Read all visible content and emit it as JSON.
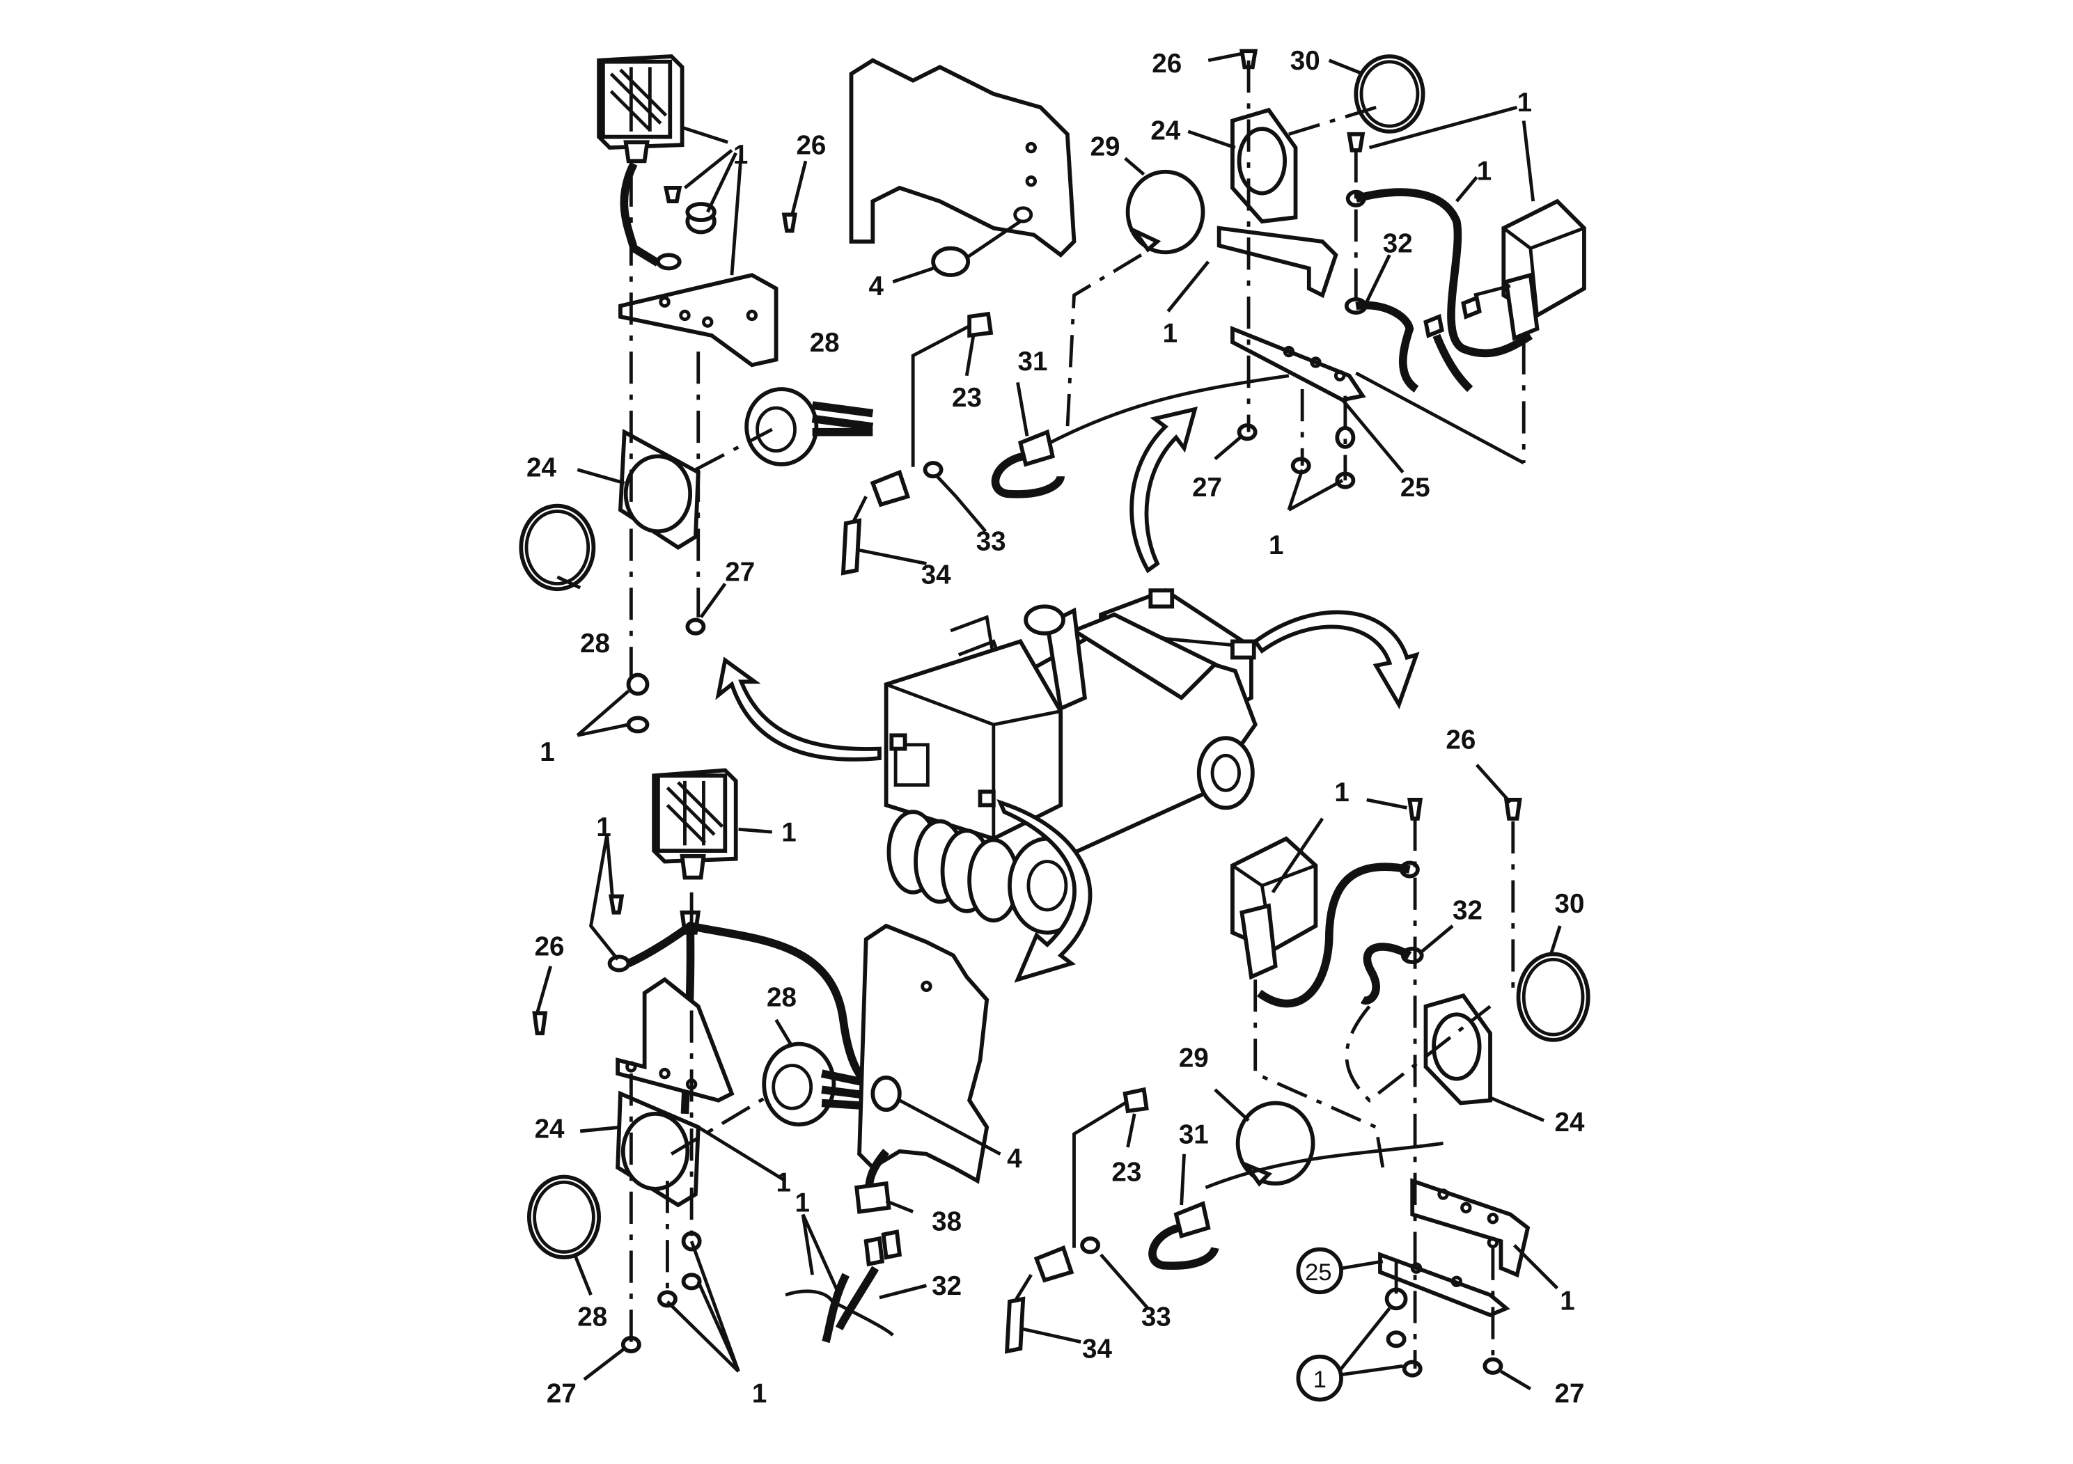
{
  "callouts": {
    "tl_1a": "1",
    "tl_26": "26",
    "tl_28a": "28",
    "tl_24": "24",
    "tl_27": "27",
    "tl_28b": "28",
    "tl_1b": "1",
    "tc_4": "4",
    "tc_29": "29",
    "tc_23": "23",
    "tc_31": "31",
    "tc_33": "33",
    "tc_34": "34",
    "tr_26": "26",
    "tr_30": "30",
    "tr_24": "24",
    "tr_1a": "1",
    "tr_1b": "1",
    "tr_1c": "1",
    "tr_32": "32",
    "tr_27": "27",
    "tr_25": "25",
    "tr_1d": "1",
    "bl_1a": "1",
    "bl_1b": "1",
    "bl_26": "26",
    "bl_28a": "28",
    "bl_24": "24",
    "bl_1c": "1",
    "bl_4": "4",
    "bl_38": "38",
    "bl_1d": "1",
    "bl_32": "32",
    "bl_28b": "28",
    "bl_27": "27",
    "bl_1e": "1",
    "br_26": "26",
    "br_1a": "1",
    "br_32": "32",
    "br_30": "30",
    "br_29": "29",
    "br_23": "23",
    "br_31": "31",
    "br_24": "24",
    "br_33": "33",
    "br_34": "34",
    "br_25": "25",
    "br_1b": "1",
    "br_1c": "1",
    "br_27": "27"
  }
}
